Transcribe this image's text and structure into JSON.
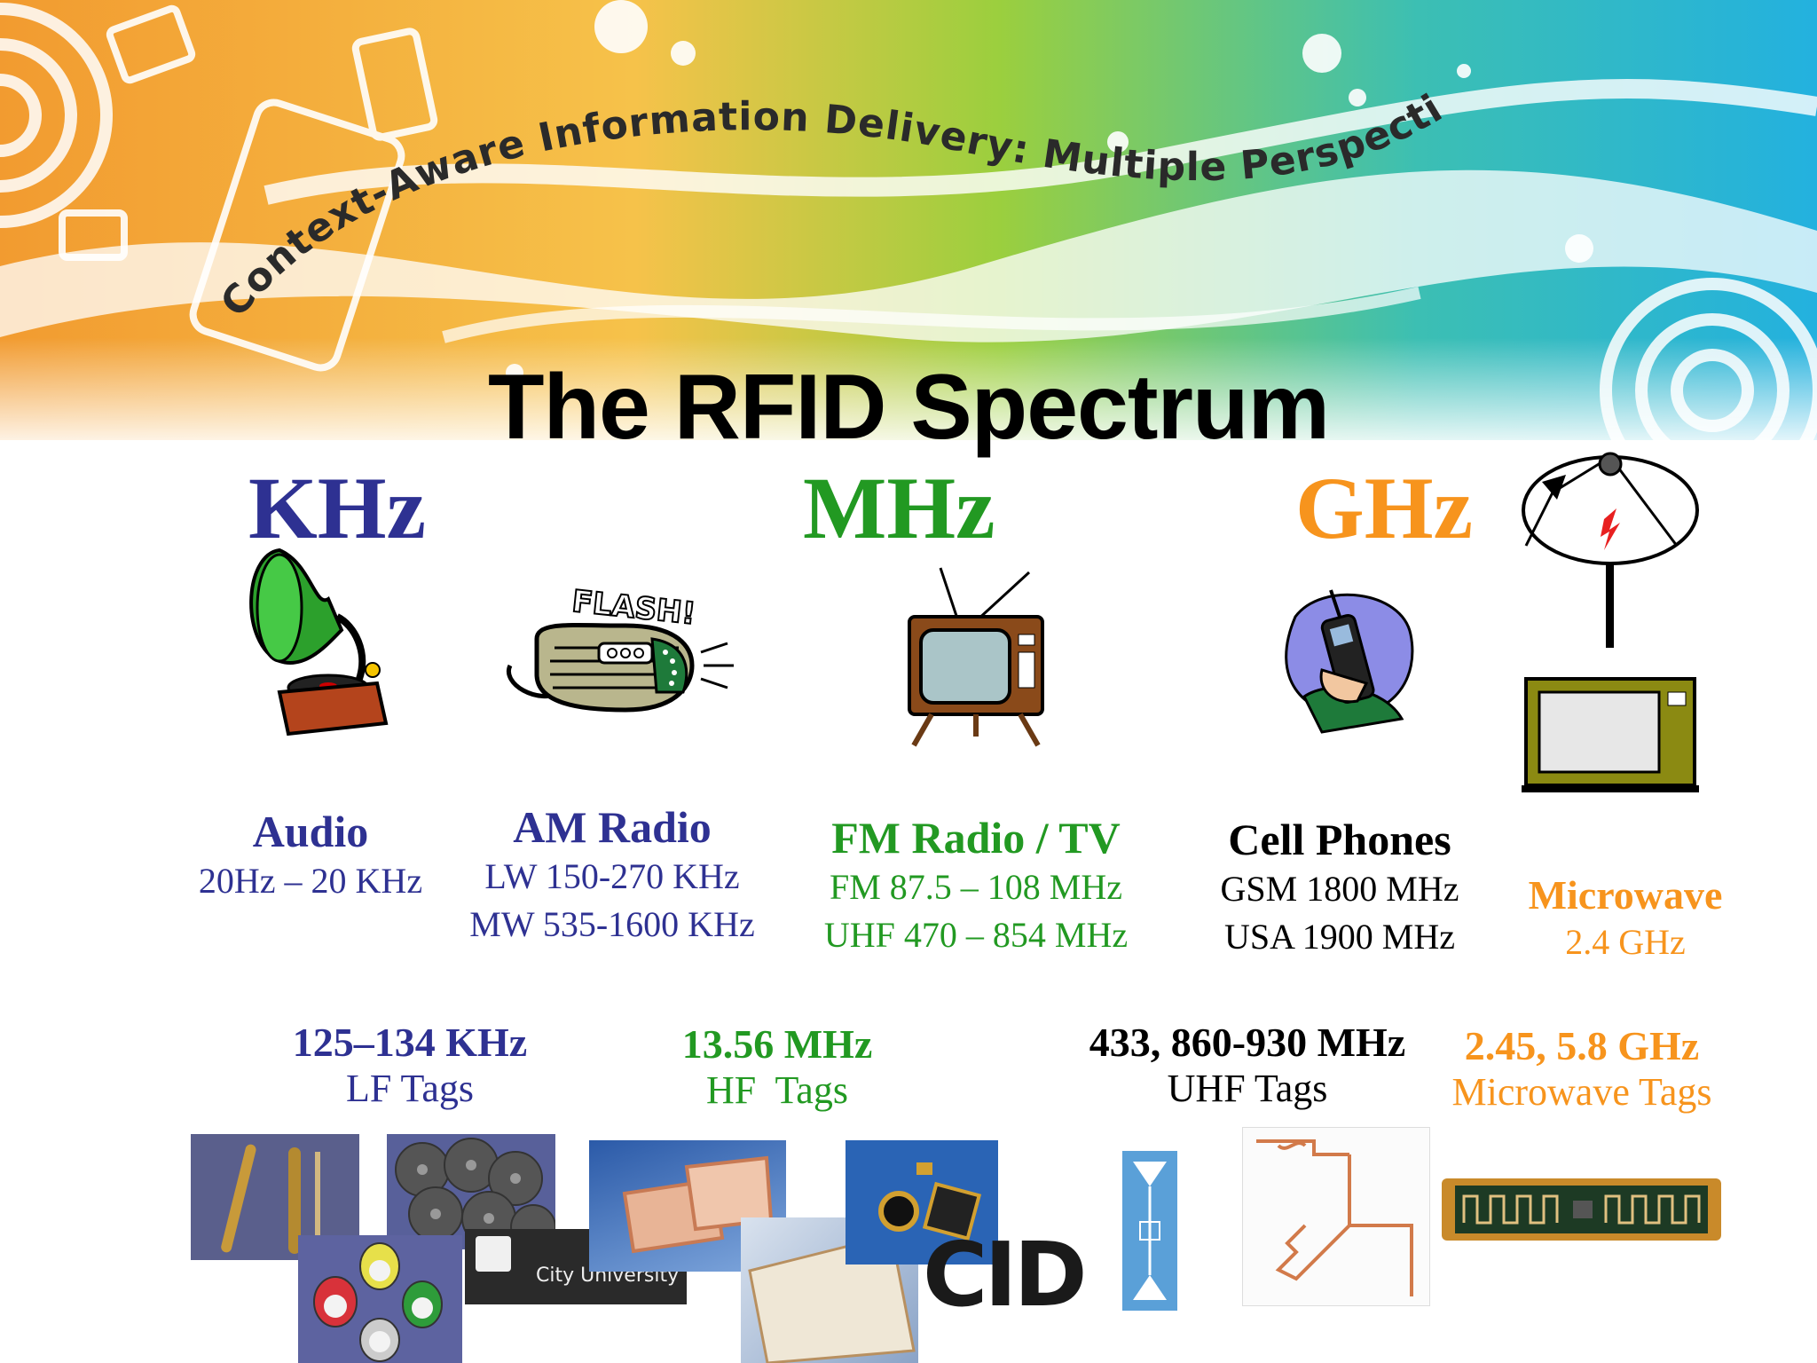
{
  "banner": {
    "tagline": "Context-Aware Information Delivery: Multiple Perspectives",
    "colors": {
      "orange": "#f39c2a",
      "green": "#8cc63f",
      "cyan": "#2bb7d9"
    }
  },
  "slide": {
    "title": "The RFID Spectrum"
  },
  "bands": [
    {
      "label": "KHz",
      "color": "#2e3192"
    },
    {
      "label": "MHz",
      "color": "#229922"
    },
    {
      "label": "GHz",
      "color": "#f7941d"
    }
  ],
  "applications": [
    {
      "icon": "gramophone-icon",
      "name": "Audio",
      "lines": [
        "20Hz – 20 KHz"
      ],
      "color": "#2e3192"
    },
    {
      "icon": "radio-icon",
      "icon_text": "FLASH!",
      "name": "AM Radio",
      "lines": [
        "LW 150-270 KHz",
        "MW 535-1600 KHz"
      ],
      "color": "#2e3192"
    },
    {
      "icon": "television-icon",
      "name": "FM Radio / TV",
      "lines": [
        "FM 87.5 – 108 MHz",
        "UHF 470 – 854 MHz"
      ],
      "color": "#229922"
    },
    {
      "icon": "cell-phone-icon",
      "name": "Cell Phones",
      "lines": [
        "GSM 1800 MHz",
        "USA 1900 MHz"
      ],
      "color": "#000000"
    },
    {
      "icon": "microwave-icon",
      "name": "Microwave",
      "lines": [
        "2.4 GHz"
      ],
      "color": "#f7941d"
    }
  ],
  "tags": [
    {
      "freq": "125–134 KHz",
      "name": "LF Tags",
      "color": "#2e3192"
    },
    {
      "freq": "13.56 MHz",
      "name": "HF  Tags",
      "color": "#229922"
    },
    {
      "freq": "433, 860-930 MHz",
      "name": "UHF Tags",
      "color": "#000000"
    },
    {
      "freq": "2.45, 5.8 GHz",
      "name": "Microwave Tags",
      "color": "#f7941d"
    }
  ],
  "photos": {
    "university_logo_text": "City University",
    "logo_fragment": "CID"
  }
}
